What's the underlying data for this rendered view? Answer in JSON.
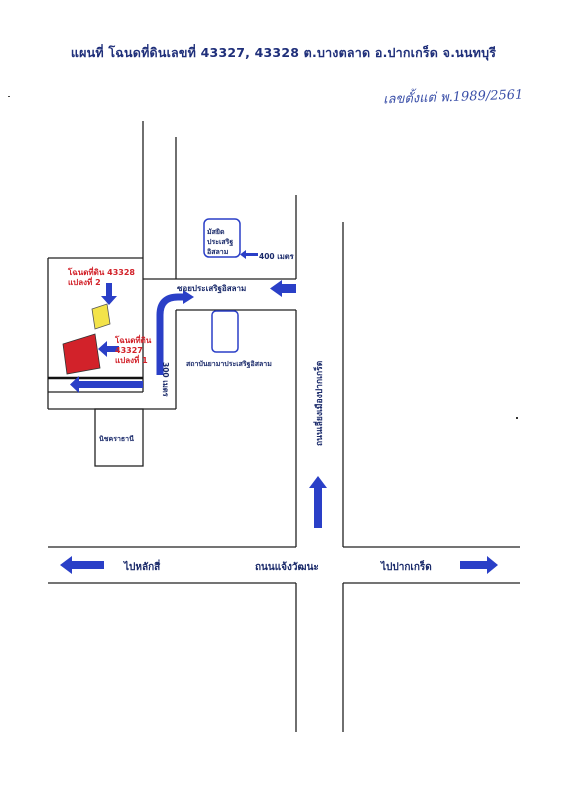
{
  "title": "แผนที่ โฉนดที่ดินเลขที่ 43327, 43328  ต.บางตลาด อ.ปากเกร็ด จ.นนทบุรี",
  "handwritten_note": "เลขตั้งแต่ พ.1989/2561",
  "parcel_2": {
    "line1": "โฉนดที่ดิน  43328",
    "line2": "แปลงที่ 2"
  },
  "parcel_1": {
    "line1": "โฉนดที่ดิน",
    "line2": "43327",
    "line3": "แปลงที่ 1"
  },
  "mosque": {
    "line1": "มัสยิด",
    "line2": "ประเสริฐ",
    "line3": "อิสลาม"
  },
  "distance_400": "400 เมตร",
  "distance_300": "300 เมตร",
  "soi_name": "ซอยประเสริฐอิสลาม",
  "school": "สถาบันยามาประเสริฐอิสลาม",
  "village": "นิชคราธานี",
  "road_vertical": "ถนนเลี่ยงเมืองปากเกร็ด",
  "road_main": "ถนนแจ้งวัฒนะ",
  "to_left": "ไปหลักสี่",
  "to_right": "ไปปากเกร็ด",
  "colors": {
    "arrow": "#2a3fc7",
    "parcel_yellow": "#f3e34a",
    "parcel_red": "#d2222a",
    "line": "#222222",
    "title": "#1f2f7a"
  }
}
